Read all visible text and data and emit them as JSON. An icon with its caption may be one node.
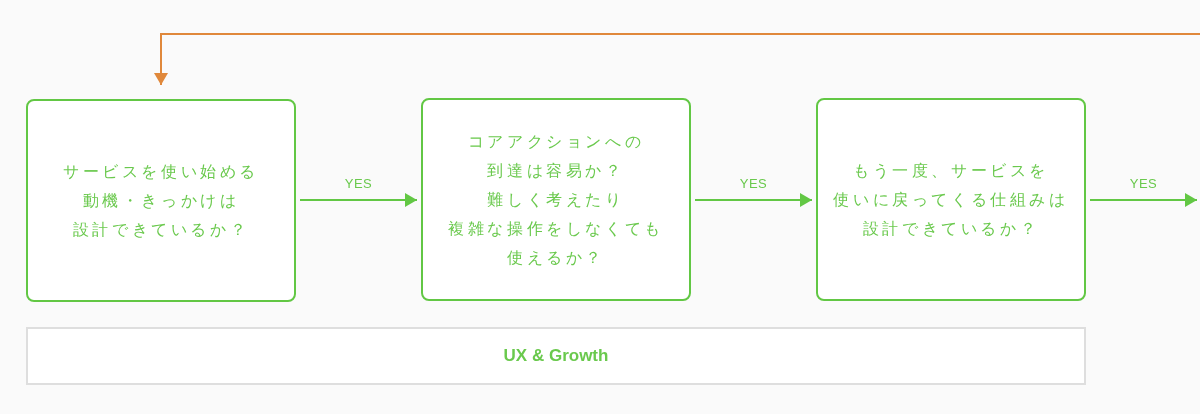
{
  "diagram": {
    "nodes": [
      {
        "text": [
          "サービスを使い始める動機・きっかけは設計できているか？"
        ]
      },
      {
        "text": [
          "コアアクションへの到達は容易か？難しく考えたり複雑な操作をしなくても使えるか？"
        ]
      },
      {
        "text": [
          "もう一度、サービスを使いに戻ってくる仕組みは設計できているか？"
        ]
      },
      {
        "text": [
          "UX & Growth"
        ]
      }
    ],
    "edges": [
      {
        "from": 0,
        "to": 1,
        "arrow": "to",
        "label": "YES"
      },
      {
        "from": 1,
        "to": 2,
        "arrow": "to",
        "label": "YES"
      },
      {
        "from": 2,
        "to": null,
        "arrow": "to",
        "label": "YES"
      },
      {
        "from": null,
        "to": 0,
        "arrow": "to",
        "color": "#e0883b"
      }
    ]
  }
}
